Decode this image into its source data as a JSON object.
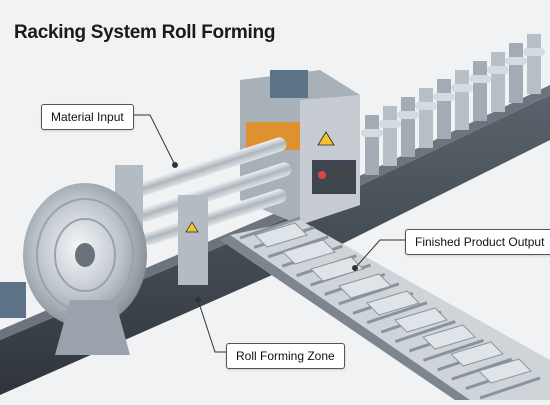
{
  "title": "Racking System Roll Forming",
  "labels": {
    "material_input": "Material Input",
    "finished_output": "Finished Product Output",
    "forming_zone": "Roll Forming Zone"
  },
  "colors": {
    "background": "#f1f2f3",
    "machine_gray": "#9aa3ab",
    "frame_dark": "#3e454c",
    "steel": "#c8ced4",
    "roller_orange": "#e0912f",
    "warning_yellow": "#f2c230",
    "motor_blue": "#5d7488"
  },
  "icons": [
    "warning-icon"
  ]
}
